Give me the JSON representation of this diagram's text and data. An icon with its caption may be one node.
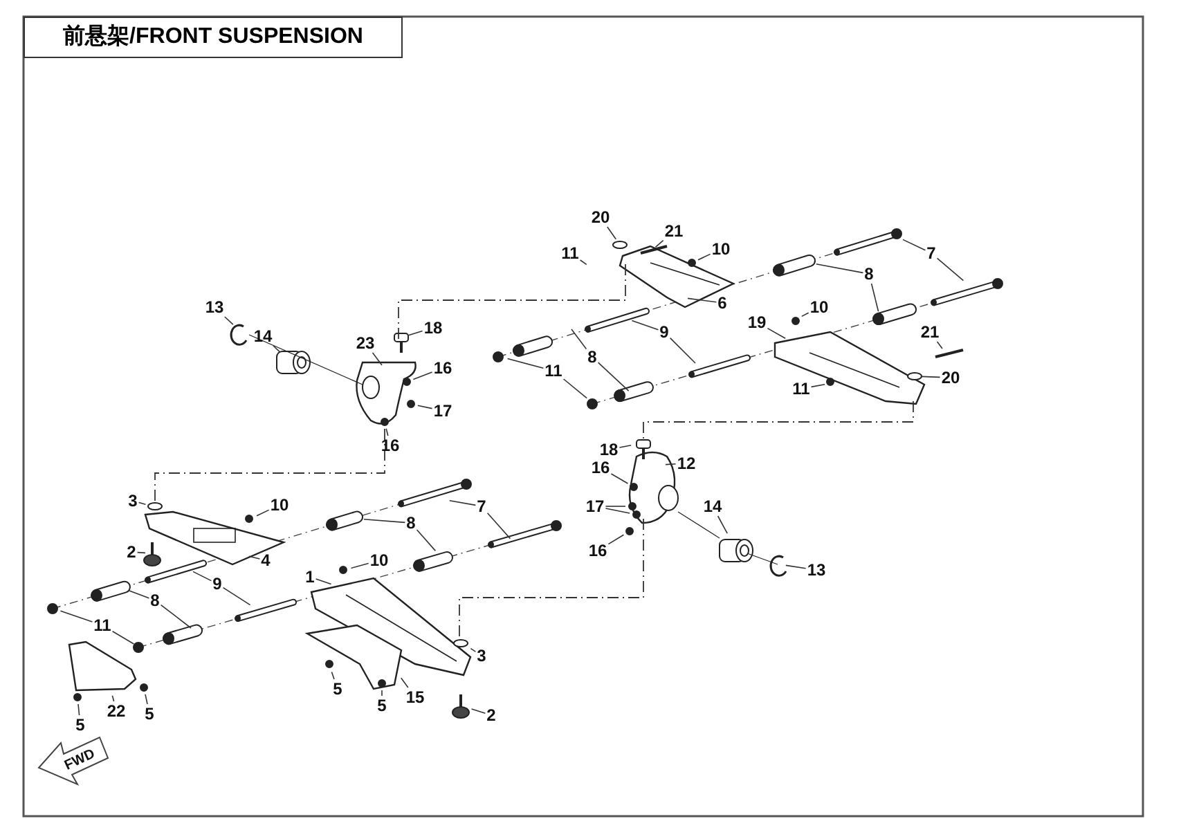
{
  "diagram": {
    "title": "前悬架/FRONT SUSPENSION",
    "nodes": [
      {
        "text": [
          "20"
        ]
      },
      {
        "text": [
          "21"
        ]
      },
      {
        "text": [
          "11"
        ]
      },
      {
        "text": [
          "10"
        ]
      },
      {
        "text": [
          "7"
        ]
      },
      {
        "text": [
          "8"
        ]
      },
      {
        "text": [
          "6"
        ]
      },
      {
        "text": [
          "18"
        ]
      },
      {
        "text": [
          "23"
        ]
      },
      {
        "text": [
          "13"
        ]
      },
      {
        "text": [
          "14"
        ]
      },
      {
        "text": [
          "16"
        ]
      },
      {
        "text": [
          "17"
        ]
      },
      {
        "text": [
          "16"
        ]
      },
      {
        "text": [
          "9"
        ]
      },
      {
        "text": [
          "10"
        ]
      },
      {
        "text": [
          "19"
        ]
      },
      {
        "text": [
          "21"
        ]
      },
      {
        "text": [
          "8"
        ]
      },
      {
        "text": [
          "11"
        ]
      },
      {
        "text": [
          "20"
        ]
      },
      {
        "text": [
          "11"
        ]
      },
      {
        "text": [
          "18"
        ]
      },
      {
        "text": [
          "12"
        ]
      },
      {
        "text": [
          "16"
        ]
      },
      {
        "text": [
          "17"
        ]
      },
      {
        "text": [
          "16"
        ]
      },
      {
        "text": [
          "14"
        ]
      },
      {
        "text": [
          "13"
        ]
      },
      {
        "text": [
          "3"
        ]
      },
      {
        "text": [
          "10"
        ]
      },
      {
        "text": [
          "2"
        ]
      },
      {
        "text": [
          "4"
        ]
      },
      {
        "text": [
          "8"
        ]
      },
      {
        "text": [
          "7"
        ]
      },
      {
        "text": [
          "9"
        ]
      },
      {
        "text": [
          "10"
        ]
      },
      {
        "text": [
          "1"
        ]
      },
      {
        "text": [
          "8"
        ]
      },
      {
        "text": [
          "11"
        ]
      },
      {
        "text": [
          "3"
        ]
      },
      {
        "text": [
          "22"
        ]
      },
      {
        "text": [
          "5"
        ]
      },
      {
        "text": [
          "5"
        ]
      },
      {
        "text": [
          "5"
        ]
      },
      {
        "text": [
          "5"
        ]
      },
      {
        "text": [
          "15"
        ]
      },
      {
        "text": [
          "2"
        ]
      }
    ],
    "edges": [
      {
        "from": 0,
        "to": null,
        "arrow": "none"
      },
      {
        "from": 1,
        "to": null,
        "arrow": "none"
      },
      {
        "from": 2,
        "to": null,
        "arrow": "none"
      },
      {
        "from": 3,
        "to": null,
        "arrow": "none"
      },
      {
        "from": 4,
        "to": null,
        "arrow": "none"
      },
      {
        "from": 4,
        "to": null,
        "arrow": "none"
      },
      {
        "from": 5,
        "to": null,
        "arrow": "none"
      },
      {
        "from": 5,
        "to": null,
        "arrow": "none"
      },
      {
        "from": 6,
        "to": null,
        "arrow": "none"
      },
      {
        "from": 7,
        "to": null,
        "arrow": "none"
      },
      {
        "from": 8,
        "to": null,
        "arrow": "none"
      },
      {
        "from": 9,
        "to": null,
        "arrow": "none"
      },
      {
        "from": 10,
        "to": null,
        "arrow": "none"
      },
      {
        "from": 11,
        "to": null,
        "arrow": "none"
      },
      {
        "from": 12,
        "to": null,
        "arrow": "none"
      },
      {
        "from": 13,
        "to": null,
        "arrow": "none"
      },
      {
        "from": 14,
        "to": null,
        "arrow": "none"
      },
      {
        "from": 14,
        "to": null,
        "arrow": "none"
      },
      {
        "from": 15,
        "to": null,
        "arrow": "none"
      },
      {
        "from": 16,
        "to": null,
        "arrow": "none"
      },
      {
        "from": 17,
        "to": null,
        "arrow": "none"
      },
      {
        "from": 18,
        "to": null,
        "arrow": "none"
      },
      {
        "from": 18,
        "to": null,
        "arrow": "none"
      },
      {
        "from": 19,
        "to": null,
        "arrow": "none"
      },
      {
        "from": 19,
        "to": null,
        "arrow": "none"
      },
      {
        "from": 20,
        "to": null,
        "arrow": "none"
      },
      {
        "from": 21,
        "to": null,
        "arrow": "none"
      },
      {
        "from": 22,
        "to": null,
        "arrow": "none"
      },
      {
        "from": 23,
        "to": null,
        "arrow": "none"
      },
      {
        "from": 24,
        "to": null,
        "arrow": "none"
      },
      {
        "from": 25,
        "to": null,
        "arrow": "none"
      },
      {
        "from": 25,
        "to": null,
        "arrow": "none"
      },
      {
        "from": 26,
        "to": null,
        "arrow": "none"
      },
      {
        "from": 27,
        "to": null,
        "arrow": "none"
      },
      {
        "from": 28,
        "to": null,
        "arrow": "none"
      },
      {
        "from": 29,
        "to": null,
        "arrow": "none"
      },
      {
        "from": 30,
        "to": null,
        "arrow": "none"
      },
      {
        "from": 31,
        "to": null,
        "arrow": "none"
      },
      {
        "from": 32,
        "to": null,
        "arrow": "none"
      },
      {
        "from": 33,
        "to": null,
        "arrow": "none"
      },
      {
        "from": 33,
        "to": null,
        "arrow": "none"
      },
      {
        "from": 34,
        "to": null,
        "arrow": "none"
      },
      {
        "from": 34,
        "to": null,
        "arrow": "none"
      },
      {
        "from": 35,
        "to": null,
        "arrow": "none"
      },
      {
        "from": 35,
        "to": null,
        "arrow": "none"
      },
      {
        "from": 36,
        "to": null,
        "arrow": "none"
      },
      {
        "from": 37,
        "to": null,
        "arrow": "none"
      },
      {
        "from": 38,
        "to": null,
        "arrow": "none"
      },
      {
        "from": 38,
        "to": null,
        "arrow": "none"
      },
      {
        "from": 39,
        "to": null,
        "arrow": "none"
      },
      {
        "from": 39,
        "to": null,
        "arrow": "none"
      },
      {
        "from": 40,
        "to": null,
        "arrow": "none"
      },
      {
        "from": 41,
        "to": null,
        "arrow": "none"
      },
      {
        "from": 42,
        "to": null,
        "arrow": "none"
      },
      {
        "from": 43,
        "to": null,
        "arrow": "none"
      },
      {
        "from": 44,
        "to": null,
        "arrow": "none"
      },
      {
        "from": 45,
        "to": null,
        "arrow": "none"
      },
      {
        "from": 46,
        "to": null,
        "arrow": "none"
      },
      {
        "from": 47,
        "to": null,
        "arrow": "none"
      }
    ],
    "labels": [
      "FWD"
    ]
  }
}
